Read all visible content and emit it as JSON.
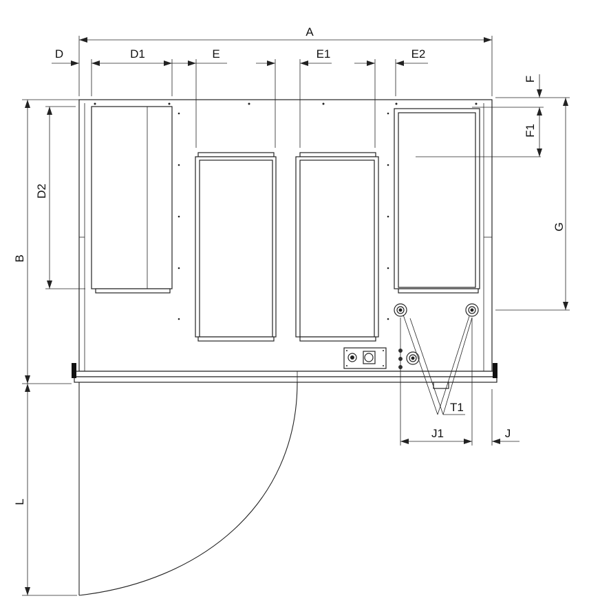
{
  "labels": {
    "A": "A",
    "B": "B",
    "D": "D",
    "D1": "D1",
    "D2": "D2",
    "E": "E",
    "E1": "E1",
    "E2": "E2",
    "F": "F",
    "F1": "F1",
    "G": "G",
    "J": "J",
    "J1": "J1",
    "L": "L",
    "T1": "T1"
  },
  "colors": {
    "line": "#222222",
    "background": "#ffffff"
  }
}
